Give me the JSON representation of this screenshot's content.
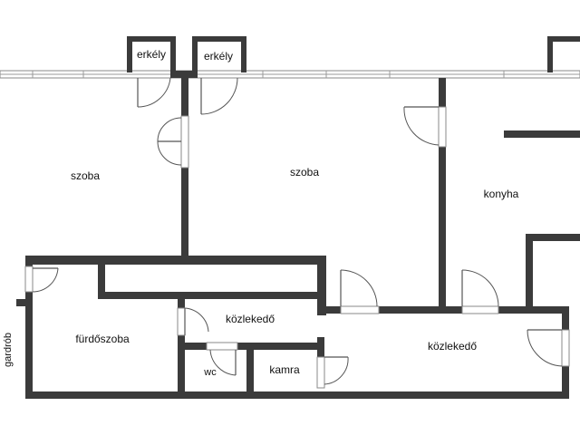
{
  "rooms": {
    "balcony_1": "erkély",
    "balcony_2": "erkély",
    "room_1": "szoba",
    "room_2": "szoba",
    "kitchen": "konyha",
    "bathroom": "fürdőszoba",
    "hallway_1": "közlekedő",
    "hallway_2": "közlekedő",
    "wc": "wc",
    "pantry": "kamra",
    "wardrobe": "gardrób"
  }
}
